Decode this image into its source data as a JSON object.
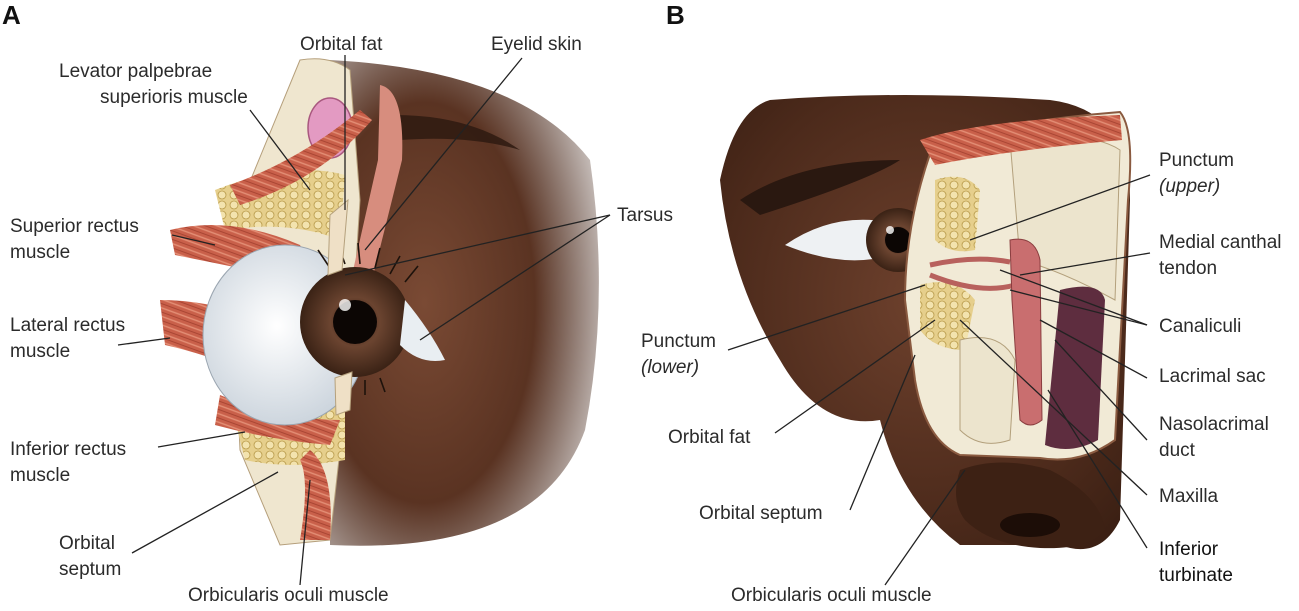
{
  "panels": {
    "a": "A",
    "b": "B"
  },
  "colors": {
    "skin": "#5a3322",
    "muscle": "#c7614a",
    "fat": "#e9d69a",
    "orbital_fat_pink": "#e39ac2",
    "iris": "#5d3a28",
    "sclera": "#eef1f3",
    "bone": "#ece4cd",
    "sac": "#c96e6f",
    "turbinate": "#5e2d3f",
    "tarsus": "#efe0c6"
  },
  "icons": [
    "eye-illustration-side",
    "eye-illustration-front",
    "nose-illustration"
  ],
  "panel_a": {
    "labels": {
      "orbital_fat": "Orbital fat",
      "eyelid_skin": "Eyelid skin",
      "levator_1": "Levator palpebrae",
      "levator_2": "superioris muscle",
      "superior_rectus_1": "Superior rectus",
      "superior_rectus_2": "muscle",
      "tarsus": "Tarsus",
      "lateral_rectus_1": "Lateral rectus",
      "lateral_rectus_2": "muscle",
      "inferior_rectus_1": "Inferior rectus",
      "inferior_rectus_2": "muscle",
      "orbital_septum_1": "Orbital",
      "orbital_septum_2": "septum",
      "orbicularis": "Orbicularis oculi muscle"
    }
  },
  "panel_b": {
    "labels": {
      "punctum_upper_1": "Punctum",
      "punctum_upper_2": "(upper)",
      "medial_canthal_1": "Medial canthal",
      "medial_canthal_2": "tendon",
      "punctum_lower_1": "Punctum",
      "punctum_lower_2": "(lower)",
      "canaliculi": "Canaliculi",
      "lacrimal_sac": "Lacrimal sac",
      "orbital_fat": "Orbital fat",
      "nasolacrimal_1": "Nasolacrimal",
      "nasolacrimal_2": "duct",
      "maxilla": "Maxilla",
      "orbital_septum": "Orbital septum",
      "inferior_turbinate_1": "Inferior",
      "inferior_turbinate_2": "turbinate",
      "orbicularis": "Orbicularis oculi muscle"
    }
  }
}
